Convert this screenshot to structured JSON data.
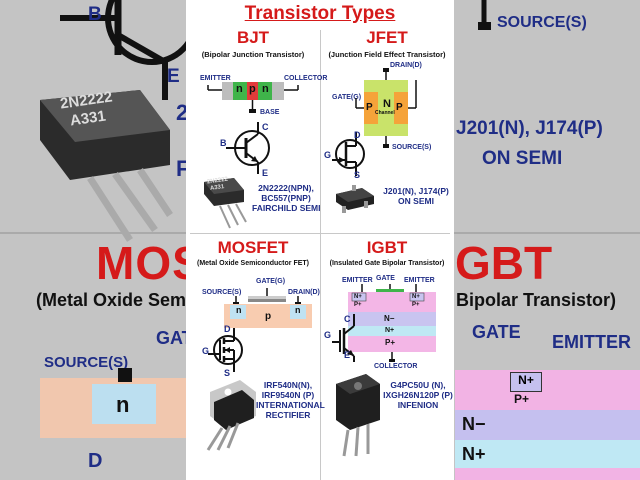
{
  "title": "Transistor Types",
  "colors": {
    "accent": "#d51a1a",
    "label": "#1f2d86",
    "n_region": "#3fb44a",
    "p_region": "#e23a3a",
    "gray": "#c4c4c4",
    "peach": "#f8ccb0",
    "lavender": "#c9c4f0",
    "pink": "#f3b6e6",
    "cyan": "#bfe8f4",
    "jfet_p": "#f5a33a",
    "jfet_n": "#c9e36a"
  },
  "background": {
    "b": "B",
    "e": "E",
    "source": "SOURCE(S)",
    "part_2n": "2N2222",
    "part_a331": "A331",
    "num_2": "2",
    "letter_f": "F",
    "jfet_parts": "J201(N), J174(P)",
    "on_semi": "ON SEMI",
    "mosfet": "MOSFET",
    "igbt": "GBT",
    "metal_oxide": "(Metal Oxide Semi",
    "bipolar": "Bipolar Transistor)",
    "gate": "GATE",
    "emitter": "EMITTER",
    "gate_left": "GATE",
    "source_left": "SOURCE(S)",
    "n": "n",
    "np": "N+",
    "pp": "P+",
    "nminus": "N−",
    "nplus": "N+",
    "d": "D"
  },
  "bjt": {
    "name": "BJT",
    "subtitle": "(Bipolar Junction Transistor)",
    "emitter": "EMITTER",
    "collector": "COLLECTOR",
    "base": "BASE",
    "layer_n1": "n",
    "layer_p": "p",
    "layer_n2": "n",
    "sym_b": "B",
    "sym_c": "C",
    "sym_e": "E",
    "part_label_1": "2N2222",
    "part_label_2": "A331",
    "part_line_1": "2N2222(NPN),",
    "part_line_2": "BC557(PNP)",
    "part_line_3": "FAIRCHILD SEMI"
  },
  "jfet": {
    "name": "JFET",
    "subtitle": "(Junction Field Effect Transistor)",
    "drain": "DRAIN(D)",
    "gate": "GATE(G)",
    "source": "SOURCE(S)",
    "p1": "P",
    "n": "N",
    "channel": "Channel",
    "p2": "P",
    "sym_d": "D",
    "sym_g": "G",
    "sym_s": "S",
    "part_line_1": "J201(N), J174(P)",
    "part_line_2": "ON SEMI"
  },
  "mosfet": {
    "name": "MOSFET",
    "subtitle": "(Metal Oxide Semiconductor FET)",
    "gate": "GATE(G)",
    "source": "SOURCE(S)",
    "drain": "DRAIN(D)",
    "n1": "n",
    "p": "p",
    "n2": "n",
    "sym_d": "D",
    "sym_g": "G",
    "sym_s": "S",
    "part_line_1": "IRF540N(N),",
    "part_line_2": "IRF9540N (P)",
    "part_line_3": "INTERNATIONAL",
    "part_line_4": "RECTIFIER"
  },
  "igbt": {
    "name": "IGBT",
    "subtitle": "(Insulated Gate Bipolar Transistor)",
    "emitter_l": "EMITTER",
    "gate": "GATE",
    "emitter_r": "EMITTER",
    "np1": "N+",
    "pp1": "P+",
    "np2": "N+",
    "pp2": "P+",
    "nminus": "N−",
    "nplus": "N+",
    "pplus": "P+",
    "collector": "COLLECTOR",
    "sym_c": "C",
    "sym_g": "G",
    "sym_e": "E",
    "part_line_1": "G4PC50U (N),",
    "part_line_2": "IXGH26N120P (P)",
    "part_line_3": "INFENION"
  }
}
